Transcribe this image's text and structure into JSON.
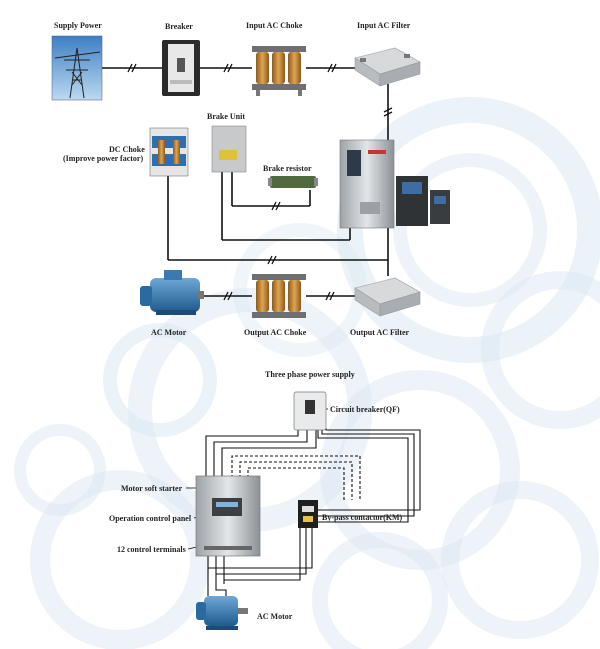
{
  "top_diagram": {
    "supply_power": "Supply  Power",
    "breaker": "Breaker",
    "input_ac_choke": "Input AC Choke",
    "input_ac_filter": "Input AC Filter",
    "dc_choke_line1": "DC Choke",
    "dc_choke_line2": "(Improve power factor)",
    "brake_unit": "Brake Unit",
    "brake_resistor": "Brake resistor",
    "ac_motor": "AC Motor",
    "output_ac_choke": "Output AC Choke",
    "output_ac_filter": "Output AC Filter"
  },
  "bottom_diagram": {
    "three_phase_supply": "Three phase power supply",
    "circuit_breaker": "Circuit breaker(QF)",
    "motor_soft_starter": "Motor soft starter",
    "operation_control_panel": "Operation control panel",
    "control_terminals": "12 control terminals",
    "bypass_contactor": "By-pass contactor(KM)",
    "ac_motor": "AC Motor"
  },
  "colors": {
    "background_gear": "#dce9f3",
    "wire": "#111111",
    "device_grey": "#c9cccf",
    "choke_copper": "#c98a3a"
  }
}
